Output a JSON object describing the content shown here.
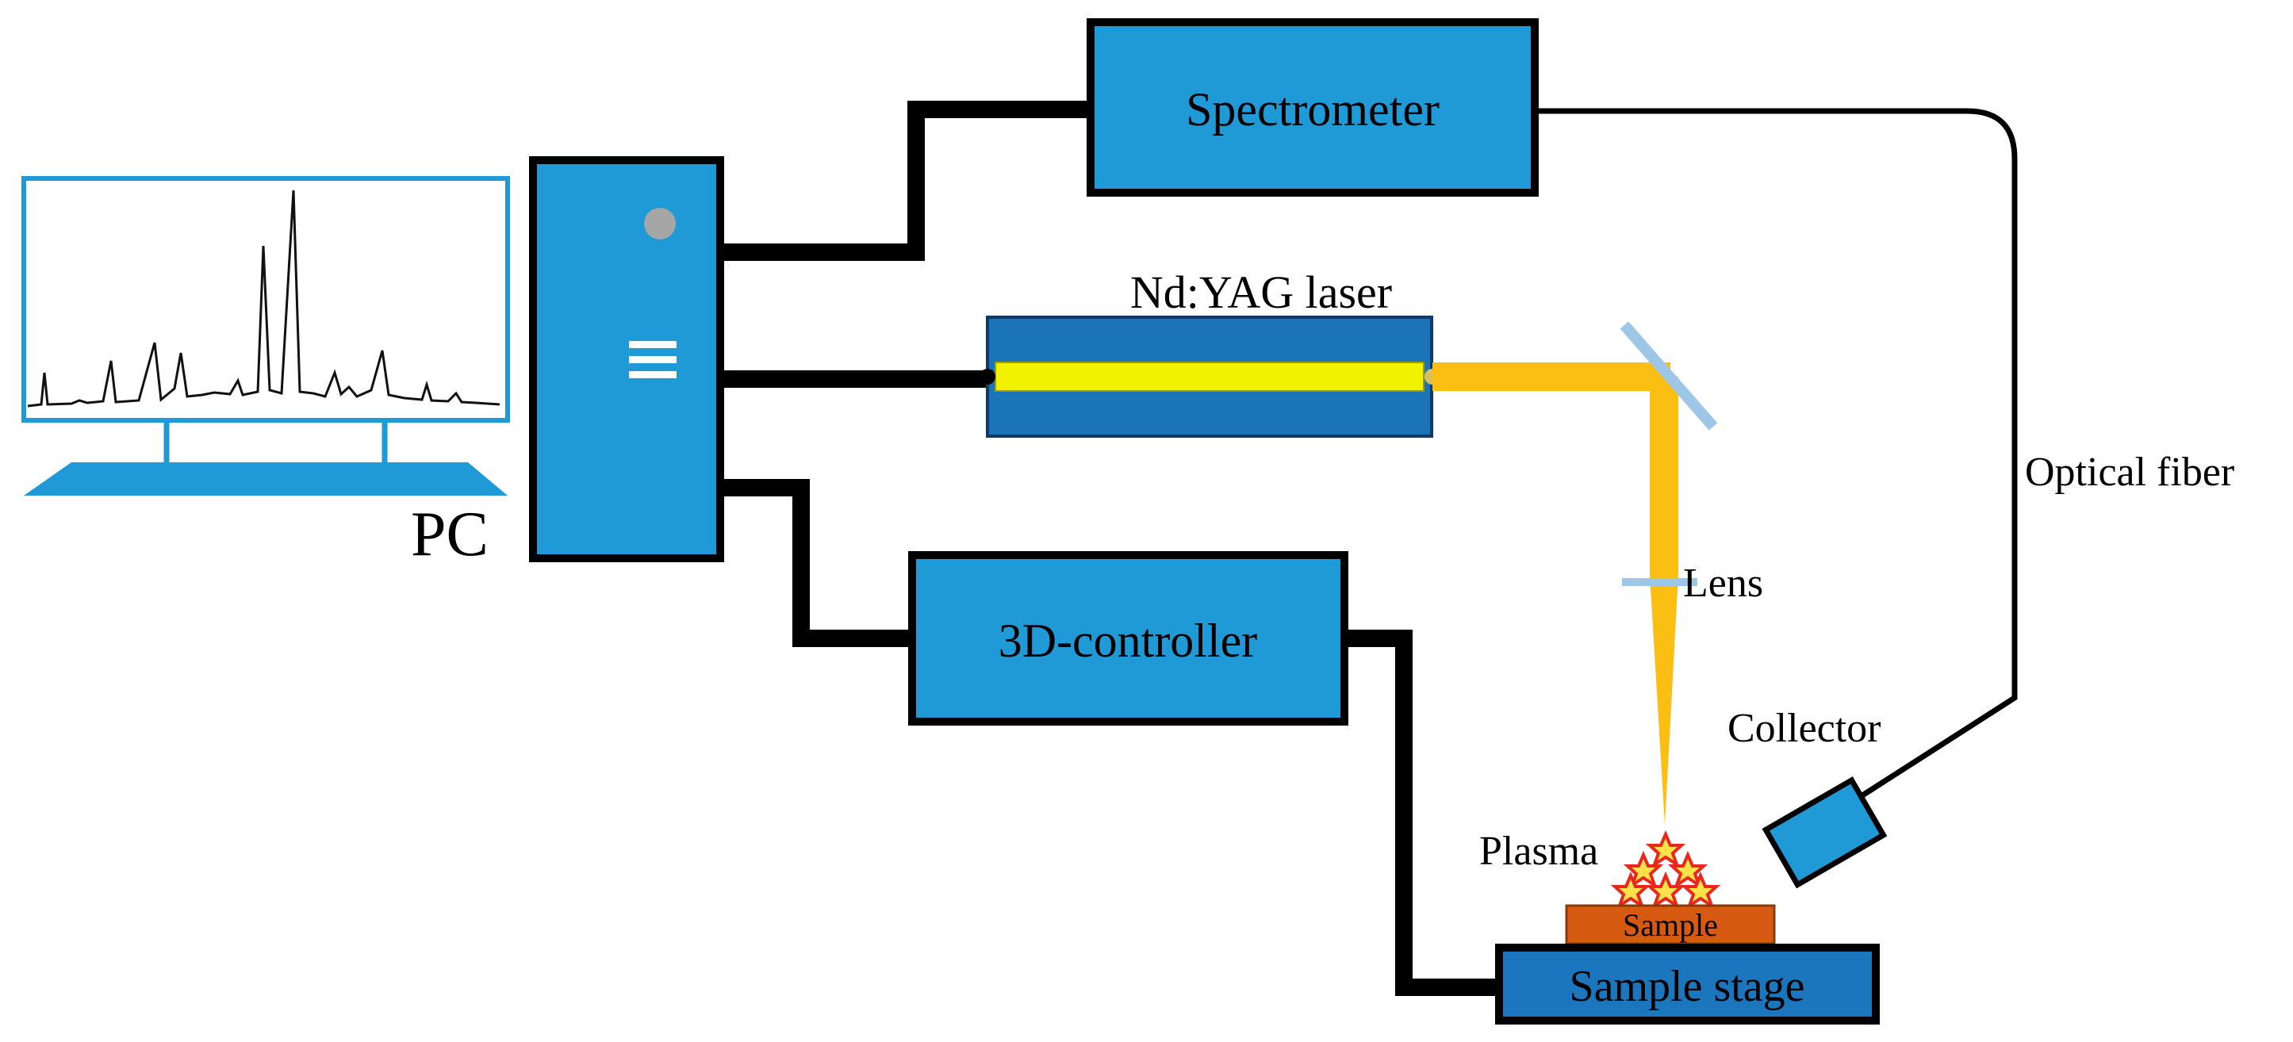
{
  "labels": {
    "spectrometer": "Spectrometer",
    "laser": "Nd:YAG laser",
    "pc": "PC",
    "optical_fiber": "Optical fiber",
    "lens": "Lens",
    "controller": "3D-controller",
    "collector": "Collector",
    "plasma": "Plasma",
    "sample": "Sample",
    "sample_stage": "Sample stage"
  },
  "colors": {
    "box_blue": "#1f9ad6",
    "laser_dark_blue": "#1b73b8",
    "laser_rod": "#f2f200",
    "beam": "#fbbf14",
    "sample_orange": "#d65a12",
    "stage_blue": "#1b76bd",
    "mirror": "#9ec6e6",
    "plasma_red": "#e8281e",
    "plasma_yellow": "#ffe24a"
  }
}
